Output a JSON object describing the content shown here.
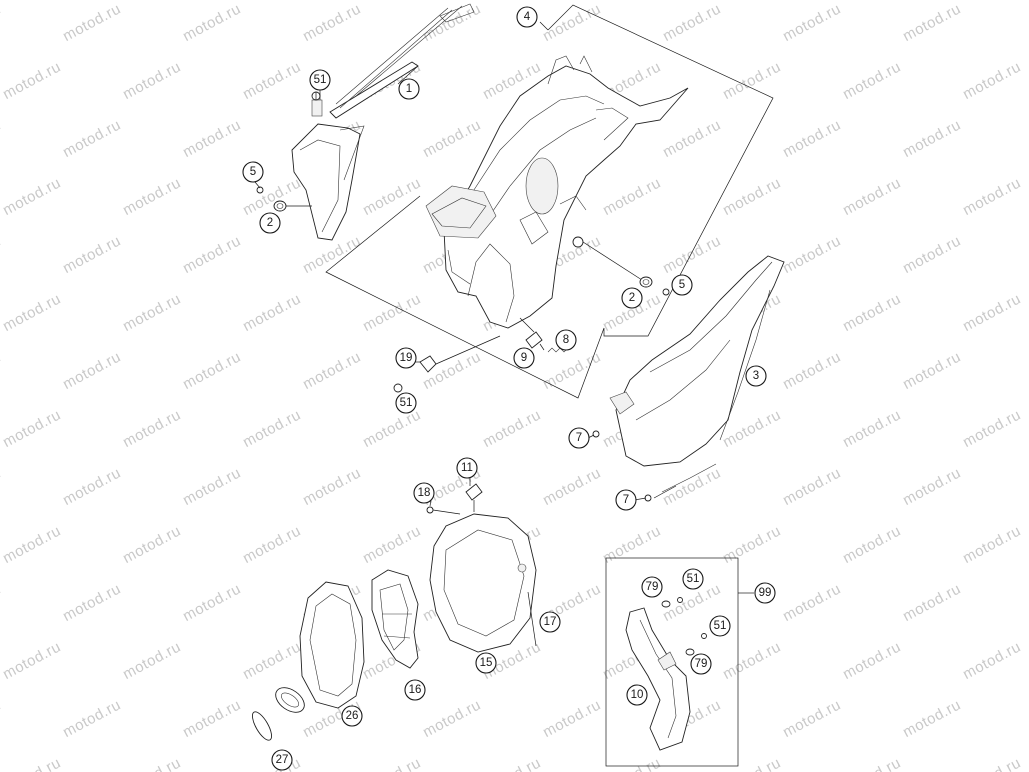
{
  "watermark": {
    "text": "motod.ru",
    "color": "#c9c9c9"
  },
  "callouts": [
    {
      "id": "c4",
      "label": "4"
    },
    {
      "id": "c1",
      "label": "1"
    },
    {
      "id": "c51a",
      "label": "51"
    },
    {
      "id": "c5a",
      "label": "5"
    },
    {
      "id": "c2a",
      "label": "2"
    },
    {
      "id": "c2b",
      "label": "2"
    },
    {
      "id": "c5b",
      "label": "5"
    },
    {
      "id": "c3",
      "label": "3"
    },
    {
      "id": "c8",
      "label": "8"
    },
    {
      "id": "c9",
      "label": "9"
    },
    {
      "id": "c19",
      "label": "19"
    },
    {
      "id": "c51b",
      "label": "51"
    },
    {
      "id": "c7a",
      "label": "7"
    },
    {
      "id": "c7b",
      "label": "7"
    },
    {
      "id": "c11",
      "label": "11"
    },
    {
      "id": "c18",
      "label": "18"
    },
    {
      "id": "c17",
      "label": "17"
    },
    {
      "id": "c15",
      "label": "15"
    },
    {
      "id": "c16",
      "label": "16"
    },
    {
      "id": "c26",
      "label": "26"
    },
    {
      "id": "c27",
      "label": "27"
    },
    {
      "id": "c99",
      "label": "99"
    },
    {
      "id": "c79a",
      "label": "79"
    },
    {
      "id": "c51c",
      "label": "51"
    },
    {
      "id": "c51d",
      "label": "51"
    },
    {
      "id": "c79b",
      "label": "79"
    },
    {
      "id": "c10",
      "label": "10"
    }
  ]
}
